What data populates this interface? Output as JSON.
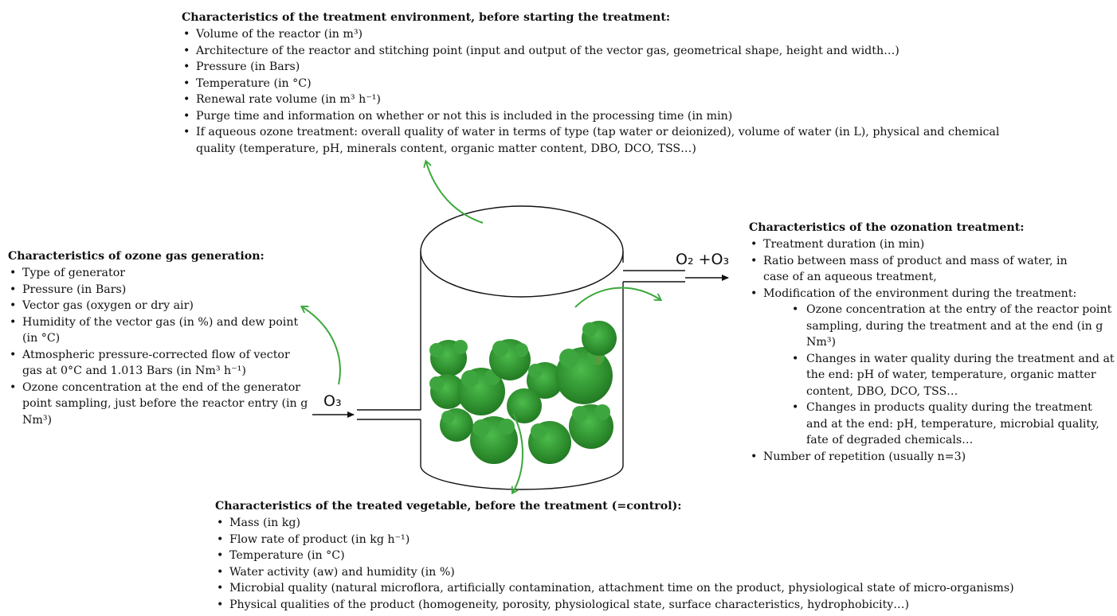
{
  "environment": {
    "title": "Characteristics of the treatment environment, before starting the treatment:",
    "items": [
      "Volume of the reactor (in m³)",
      "Architecture of the reactor and stitching point (input and output of the vector gas, geometrical shape, height and width…)",
      "Pressure (in Bars)",
      "Temperature (in °C)",
      "Renewal rate volume (in m³ h⁻¹)",
      "Purge time and information on whether or not this is included in the processing time (in min)",
      "If aqueous ozone treatment: overall quality of water in terms of type (tap water or deionized), volume of water (in L), physical and chemical quality (temperature, pH, minerals content, organic matter content, DBO, DCO, TSS…)"
    ]
  },
  "generation": {
    "title": "Characteristics of ozone gas generation:",
    "items": [
      "Type of generator",
      "Pressure (in Bars)",
      "Vector gas (oxygen or dry air)",
      "Humidity of the vector gas (in %) and dew point (in °C)",
      "Atmospheric pressure-corrected flow of vector gas at 0°C and 1.013 Bars (in Nm³ h⁻¹)",
      "Ozone concentration at the end of the generator point sampling, just before the reactor entry (in g Nm³)"
    ]
  },
  "ozonation": {
    "title": "Characteristics of the ozonation treatment:",
    "items": [
      "Treatment duration (in min)",
      "Ratio between mass of product and mass of water, in case of an aqueous treatment,",
      "Modification of the environment during the treatment:",
      "Number of repetition (usually n=3)"
    ],
    "subitems": [
      "Ozone concentration at the entry of the reactor point sampling, during the treatment and at the end (in g Nm³)",
      "Changes in water quality during the treatment and at the end: pH of water, temperature, organic matter content, DBO, DCO, TSS…",
      "Changes in products quality during the treatment and at the end: pH, temperature, microbial quality, fate of degraded chemicals…"
    ]
  },
  "vegetable": {
    "title": "Characteristics of the treated vegetable, before the treatment (=control):",
    "items": [
      "Mass (in kg)",
      "Flow rate of product (in kg h⁻¹)",
      "Temperature (in °C)",
      "Water activity (aw) and humidity (in %)",
      "Microbial quality (natural microflora, artificially contamination, attachment time on the product, physiological state of micro-organisms)",
      "Physical qualities of the product (homogeneity, porosity, physiological state, surface characteristics, hydrophobicity…)"
    ]
  },
  "gases": {
    "input": "O₃",
    "output": "O₂ +O₃"
  },
  "colors": {
    "arrow": "#3aa83a",
    "vegetable": "#2f8a2f",
    "vegetable_light": "#47b047"
  }
}
